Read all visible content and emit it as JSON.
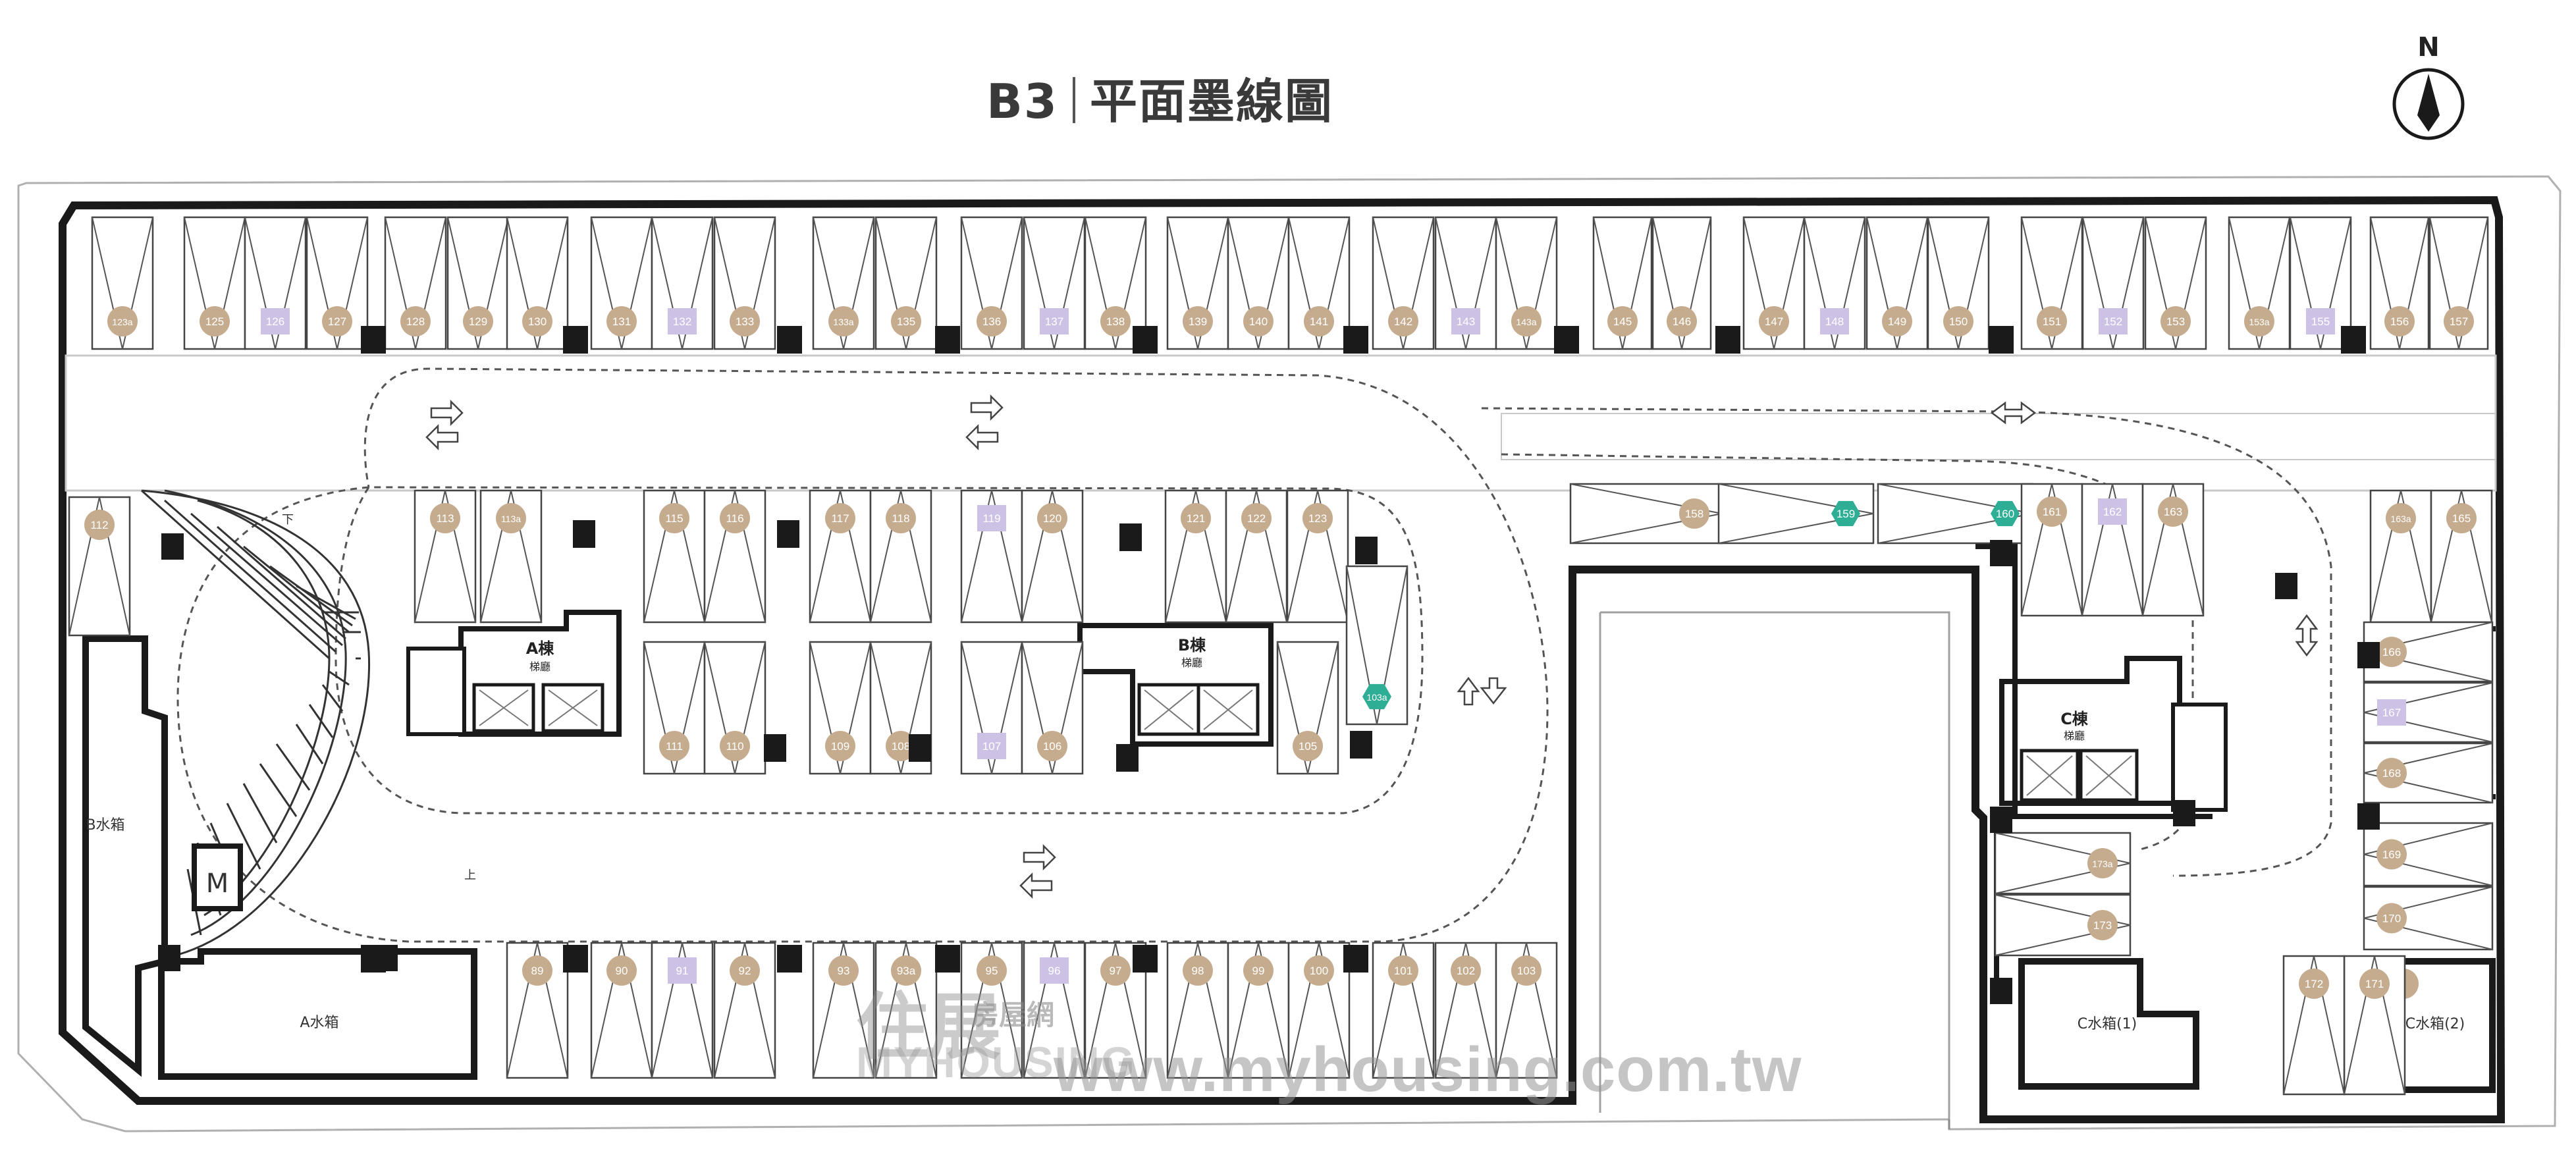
{
  "title": {
    "code": "B3",
    "text": "平面墨線圖"
  },
  "compass": {
    "label": "N"
  },
  "watermark": {
    "brand": "住展",
    "sub": "房屋網",
    "en": "MYHOUSING",
    "url": "www.myhousing.com.tw"
  },
  "colors": {
    "standard": "#c6ac8e",
    "special": "#cdc2e6",
    "accessible": "#2fae96",
    "wall": "#1a1a1a"
  },
  "buildings": {
    "A": {
      "name": "A棟",
      "sub": "梯廳"
    },
    "B": {
      "name": "B棟",
      "sub": "梯廳"
    },
    "C": {
      "name": "C棟",
      "sub": "梯廳"
    }
  },
  "rooms": {
    "tankA": "A水箱",
    "tankB": "B水箱",
    "tankC1": "C水箱(1)",
    "tankC2": "C水箱(2)",
    "ramp_down": "下",
    "ramp_up": "上",
    "motor": "M"
  },
  "spaces_top": [
    "123a",
    "125",
    "126",
    "127",
    "128",
    "129",
    "130",
    "131",
    "132",
    "133",
    "133a",
    "135",
    "136",
    "137",
    "138",
    "139",
    "140",
    "141",
    "142",
    "143",
    "143a",
    "145",
    "146",
    "147",
    "148",
    "149",
    "150",
    "151",
    "152",
    "153",
    "153a",
    "155",
    "156",
    "157"
  ],
  "spaces_island_top": [
    "113",
    "113a",
    "115",
    "116",
    "117",
    "118",
    "119",
    "120",
    "121",
    "122",
    "123"
  ],
  "spaces_island_bottom": [
    "111",
    "110",
    "109",
    "108",
    "107",
    "106",
    "105",
    "103a"
  ],
  "spaces_bottom": [
    "89",
    "90",
    "91",
    "92",
    "93",
    "93a",
    "95",
    "96",
    "97",
    "98",
    "99",
    "100",
    "101",
    "102",
    "103"
  ],
  "spaces_middle": [
    "158",
    "159",
    "160",
    "161",
    "162",
    "163"
  ],
  "spaces_right": [
    "163a",
    "165",
    "166",
    "167",
    "168",
    "169",
    "170",
    "171",
    "172",
    "173a",
    "173",
    "112"
  ],
  "special_spaces": [
    "126",
    "132",
    "137",
    "143",
    "148",
    "152",
    "155",
    "119",
    "107",
    "91",
    "96",
    "162",
    "167"
  ],
  "accessible_spaces": [
    "159",
    "160",
    "103a"
  ]
}
